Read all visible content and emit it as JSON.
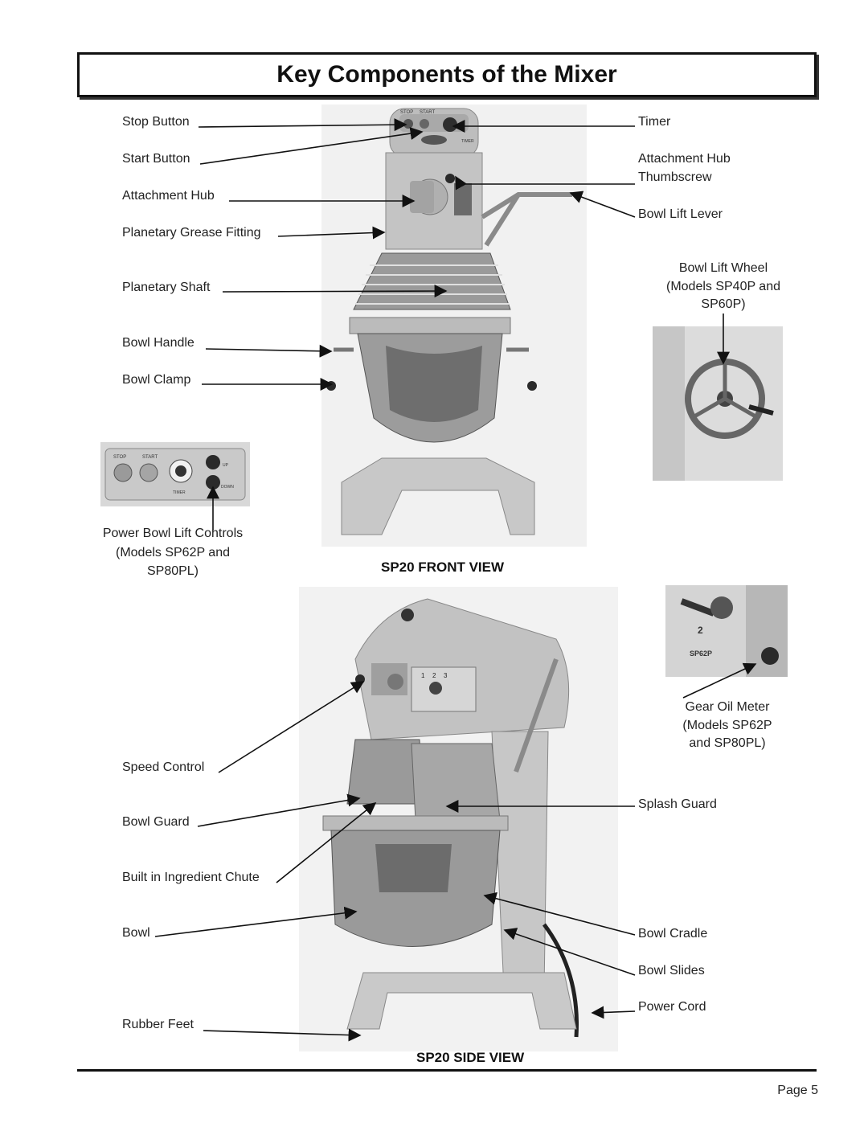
{
  "title": "Key Components of the Mixer",
  "front_view": {
    "caption": "SP20 FRONT VIEW",
    "left_labels": {
      "stop_button": "Stop Button",
      "start_button": "Start Button",
      "attachment_hub": "Attachment Hub",
      "grease_fitting": "Planetary Grease Fitting",
      "planetary_shaft": "Planetary Shaft",
      "bowl_handle": "Bowl Handle",
      "bowl_clamp": "Bowl Clamp"
    },
    "right_labels": {
      "timer": "Timer",
      "hub_thumbscrew_1": "Attachment Hub",
      "hub_thumbscrew_2": "Thumbscrew",
      "bowl_lift_lever": "Bowl Lift Lever",
      "lift_wheel_1": "Bowl Lift Wheel",
      "lift_wheel_2": "(Models SP40P and",
      "lift_wheel_3": "SP60P)"
    },
    "power_lift": {
      "line1": "Power Bowl Lift Controls",
      "line2": "(Models SP62P and",
      "line3": "SP80PL)"
    },
    "panel_text": {
      "stop": "STOP",
      "start": "START",
      "up": "UP",
      "down": "DOWN",
      "timer": "TIMER"
    },
    "mixer_panel_text": {
      "stop": "STOP",
      "start": "START",
      "timer": "TIMER"
    }
  },
  "side_view": {
    "caption": "SP20 SIDE VIEW",
    "left_labels": {
      "speed_control": "Speed Control",
      "bowl_guard": "Bowl Guard",
      "ingredient_chute": "Built in Ingredient Chute",
      "bowl": "Bowl",
      "rubber_feet": "Rubber Feet"
    },
    "right_labels": {
      "gear_oil_1": "Gear Oil Meter",
      "gear_oil_2": "(Models SP62P",
      "gear_oil_3": "and SP80PL)",
      "splash_guard": "Splash Guard",
      "bowl_cradle": "Bowl Cradle",
      "bowl_slides": "Bowl Slides",
      "power_cord": "Power Cord"
    },
    "inset_text": {
      "number": "2",
      "model": "SP62P"
    },
    "speed_numbers": [
      "1",
      "2",
      "3"
    ]
  },
  "page_number": "Page 5"
}
